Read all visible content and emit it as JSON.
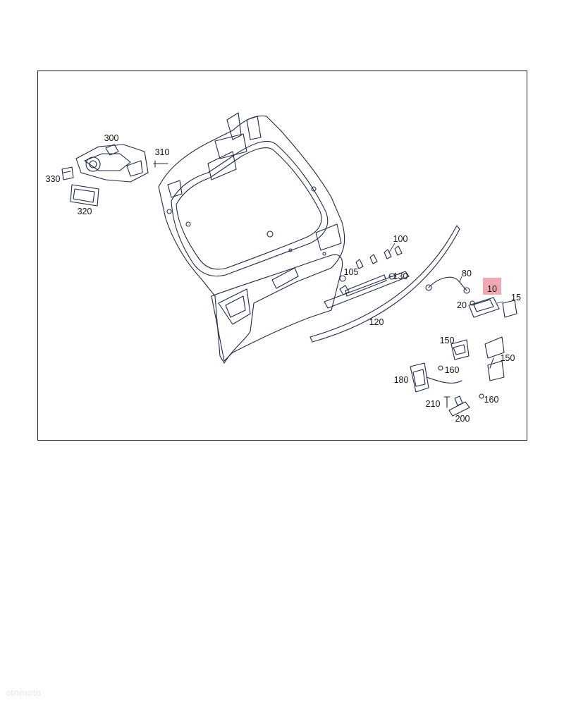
{
  "diagram": {
    "callouts": {
      "c300": "300",
      "c310": "310",
      "c330": "330",
      "c320": "320",
      "c100": "100",
      "c105": "105",
      "c130": "130",
      "c80": "80",
      "c10": "10",
      "c15": "15",
      "c20": "20",
      "c120": "120",
      "c150a": "150",
      "c150b": "150",
      "c160a": "160",
      "c160b": "160",
      "c180": "180",
      "c210": "210",
      "c200": "200"
    },
    "highlighted_part": "10",
    "highlight_color": "#f0a0a8",
    "line_color": "#1f2a44"
  },
  "watermark": "otomoto"
}
